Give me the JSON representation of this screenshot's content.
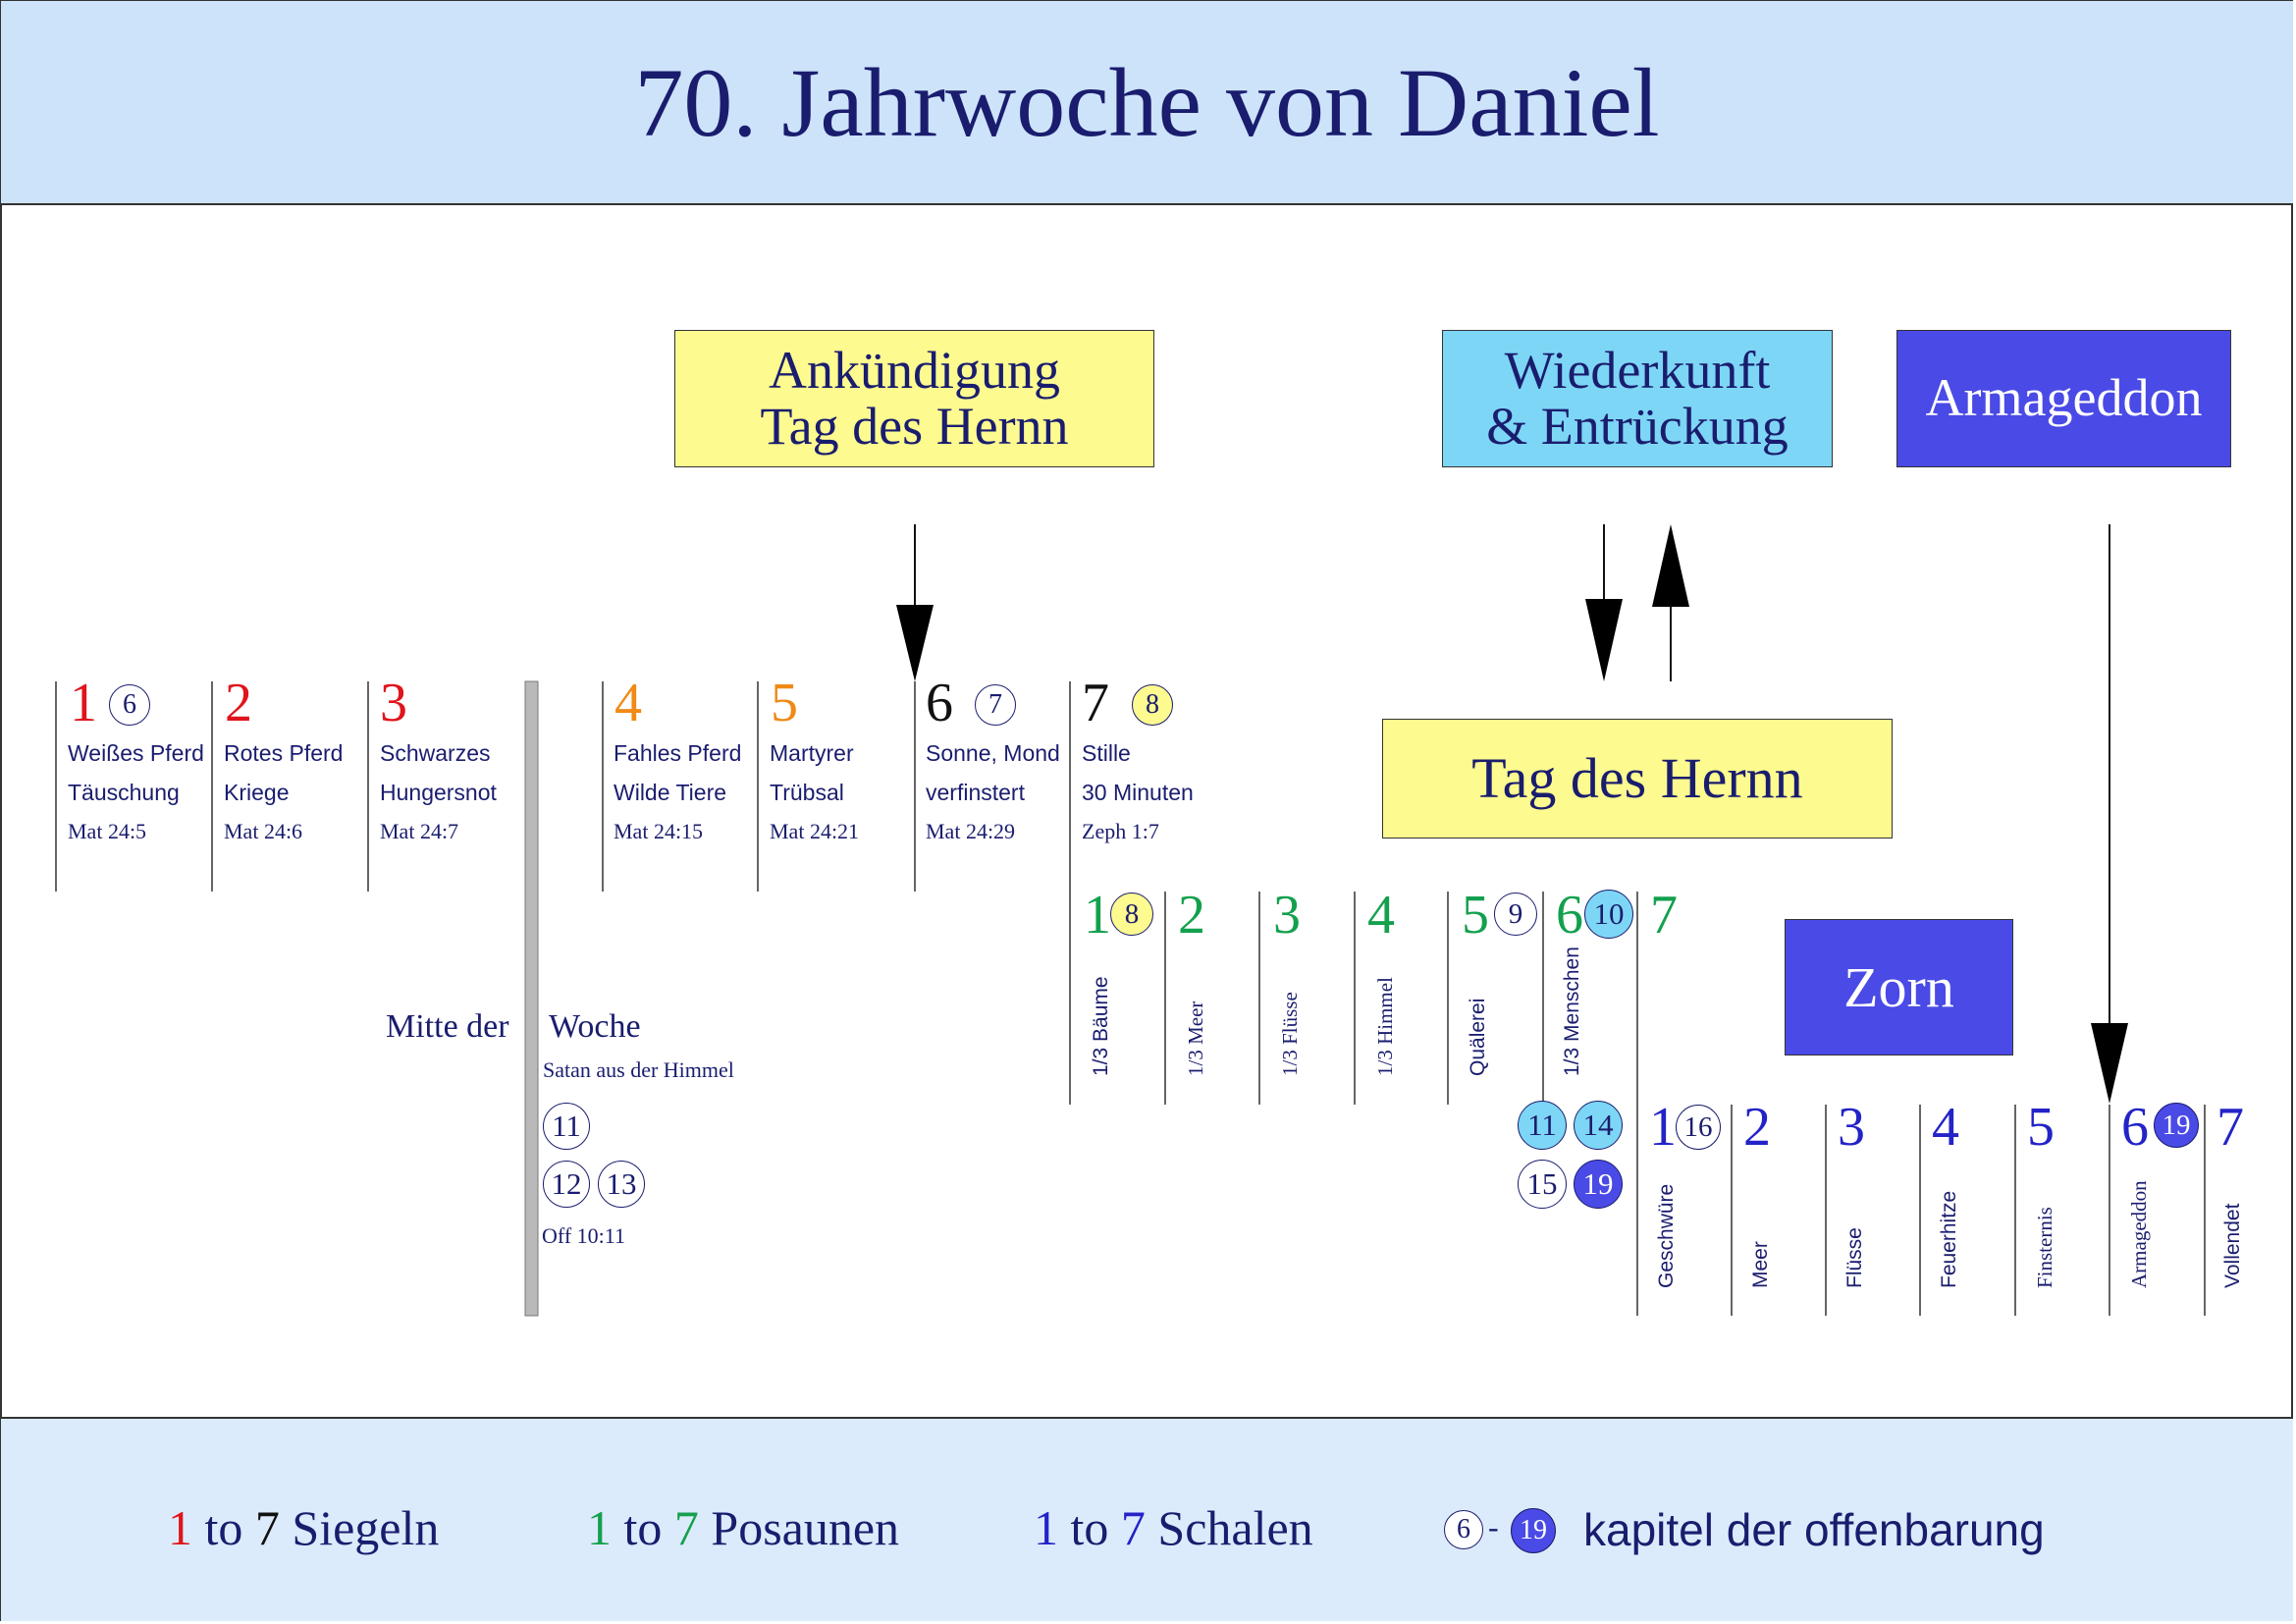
{
  "title": "70. Jahrwoche von Daniel",
  "colors": {
    "header_bg": "#cde3fa",
    "footer_bg": "#dcebfb",
    "yellow": "#fdfa8f",
    "cyan": "#7dd6f5",
    "purple": "#4a4ae6",
    "red": "#e0141b",
    "orange": "#f08a16",
    "green": "#14a04e",
    "blue": "#2323c8",
    "navy": "#1a1d6e"
  },
  "boxes": {
    "ankuendigung": {
      "line1": "Ankündigung",
      "line2": "Tag des Hernn"
    },
    "wiederkunft": {
      "line1": "Wiederkunft",
      "line2": "& Entrückung"
    },
    "armageddon": "Armageddon",
    "tag_des_hernn": "Tag des Hernn",
    "zorn": "Zorn"
  },
  "seals": [
    {
      "num": "1",
      "circle": "6",
      "line1": "Weißes Pferd",
      "line2": "Täuschung",
      "ref": "Mat 24:5"
    },
    {
      "num": "2",
      "line1": "Rotes Pferd",
      "line2": "Kriege",
      "ref": "Mat 24:6"
    },
    {
      "num": "3",
      "line1": "Schwarzes",
      "line2": "Hungersnot",
      "ref": "Mat 24:7"
    },
    {
      "num": "4",
      "line1": "Fahles Pferd",
      "line2": "Wilde Tiere",
      "ref": "Mat 24:15"
    },
    {
      "num": "5",
      "line1": "Martyrer",
      "line2": "Trübsal",
      "ref": "Mat 24:21"
    },
    {
      "num": "6",
      "circle": "7",
      "line1": "Sonne, Mond",
      "line2": "verfinstert",
      "ref": "Mat 24:29"
    },
    {
      "num": "7",
      "circle": "8",
      "line1": "Stille",
      "line2": "30 Minuten",
      "ref": "Zeph 1:7"
    }
  ],
  "midweek": {
    "left": "Mitte der",
    "right": "Woche",
    "sub": "Satan aus der Himmel",
    "circles": [
      "11",
      "12",
      "13"
    ],
    "ref": "Off 10:11"
  },
  "trumpets": [
    {
      "num": "1",
      "circle": "8",
      "label": "1/3 Bäume"
    },
    {
      "num": "2",
      "label": "1/3 Meer"
    },
    {
      "num": "3",
      "label": "1/3 Flüsse"
    },
    {
      "num": "4",
      "label": "1/3 Himmel"
    },
    {
      "num": "5",
      "circle": "9",
      "label": "Quälerei"
    },
    {
      "num": "6",
      "circle": "10",
      "label": "1/3 Menschen"
    },
    {
      "num": "7"
    }
  ],
  "trumpet_circles": [
    "11",
    "14",
    "15",
    "19"
  ],
  "bowls": [
    {
      "num": "1",
      "circle": "16",
      "label": "Geschwüre"
    },
    {
      "num": "2",
      "label": "Meer"
    },
    {
      "num": "3",
      "label": "Flüsse"
    },
    {
      "num": "4",
      "label": "Feuerhitze"
    },
    {
      "num": "5",
      "label": "Finsternis"
    },
    {
      "num": "6",
      "circle": "19",
      "label": "Armageddon"
    },
    {
      "num": "7",
      "label": "Vollendet"
    }
  ],
  "legend": {
    "seals": {
      "from": "1",
      "to_word": "to",
      "to": "7",
      "name": "Siegeln"
    },
    "trumpets": {
      "from": "1",
      "to_word": "to",
      "to": "7",
      "name": "Posaunen"
    },
    "bowls": {
      "from": "1",
      "to_word": "to",
      "to": "7",
      "name": "Schalen"
    },
    "chapters": {
      "from": "6",
      "dash": "-",
      "to": "19",
      "name": "kapitel der offenbarung"
    }
  }
}
